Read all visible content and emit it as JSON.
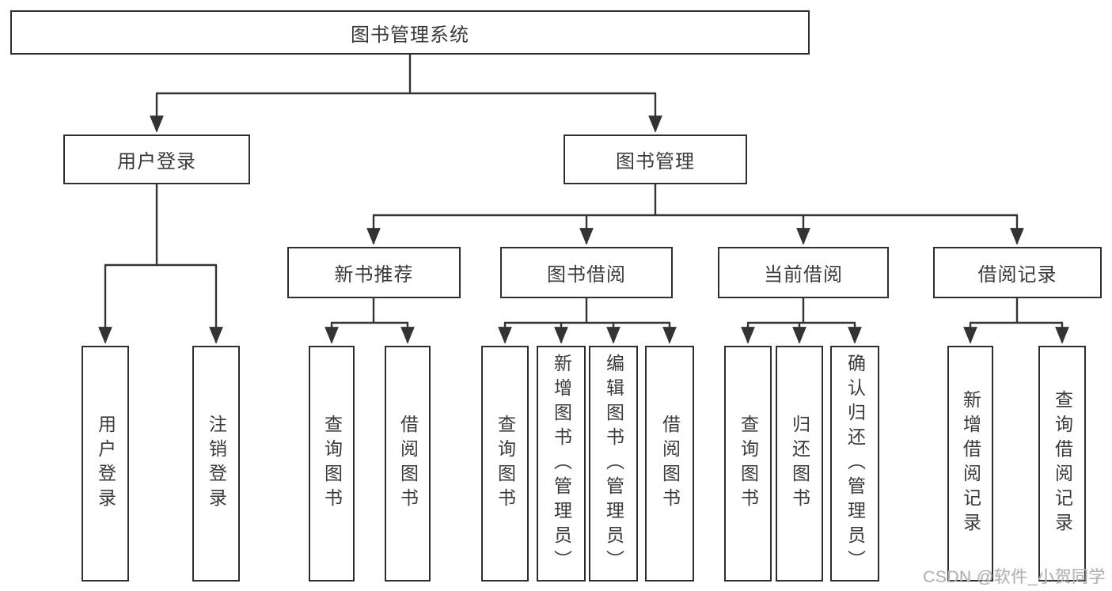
{
  "watermark": {
    "text": "CSDN @软件_小贺同学"
  },
  "colors": {
    "line": "#333333",
    "box_border": "#2e2e2e",
    "box_fill": "#ffffff",
    "text": "#3a3a3a",
    "watermark": "#b4b4b4"
  },
  "tree": {
    "label": "图书管理系统",
    "children": [
      {
        "label": "用户登录",
        "children": [
          {
            "label": "用户登录"
          },
          {
            "label": "注销登录"
          }
        ]
      },
      {
        "label": "图书管理",
        "children": [
          {
            "label": "新书推荐",
            "children": [
              {
                "label": "查询图书"
              },
              {
                "label": "借阅图书"
              }
            ]
          },
          {
            "label": "图书借阅",
            "children": [
              {
                "label": "查询图书"
              },
              {
                "label": "新增图书（管理员）"
              },
              {
                "label": "编辑图书（管理员）"
              },
              {
                "label": "借阅图书"
              }
            ]
          },
          {
            "label": "当前借阅",
            "children": [
              {
                "label": "查询图书"
              },
              {
                "label": "归还图书"
              },
              {
                "label": "确认归还（管理员）"
              }
            ]
          },
          {
            "label": "借阅记录",
            "children": [
              {
                "label": "新增借阅记录"
              },
              {
                "label": "查询借阅记录"
              }
            ]
          }
        ]
      }
    ]
  }
}
